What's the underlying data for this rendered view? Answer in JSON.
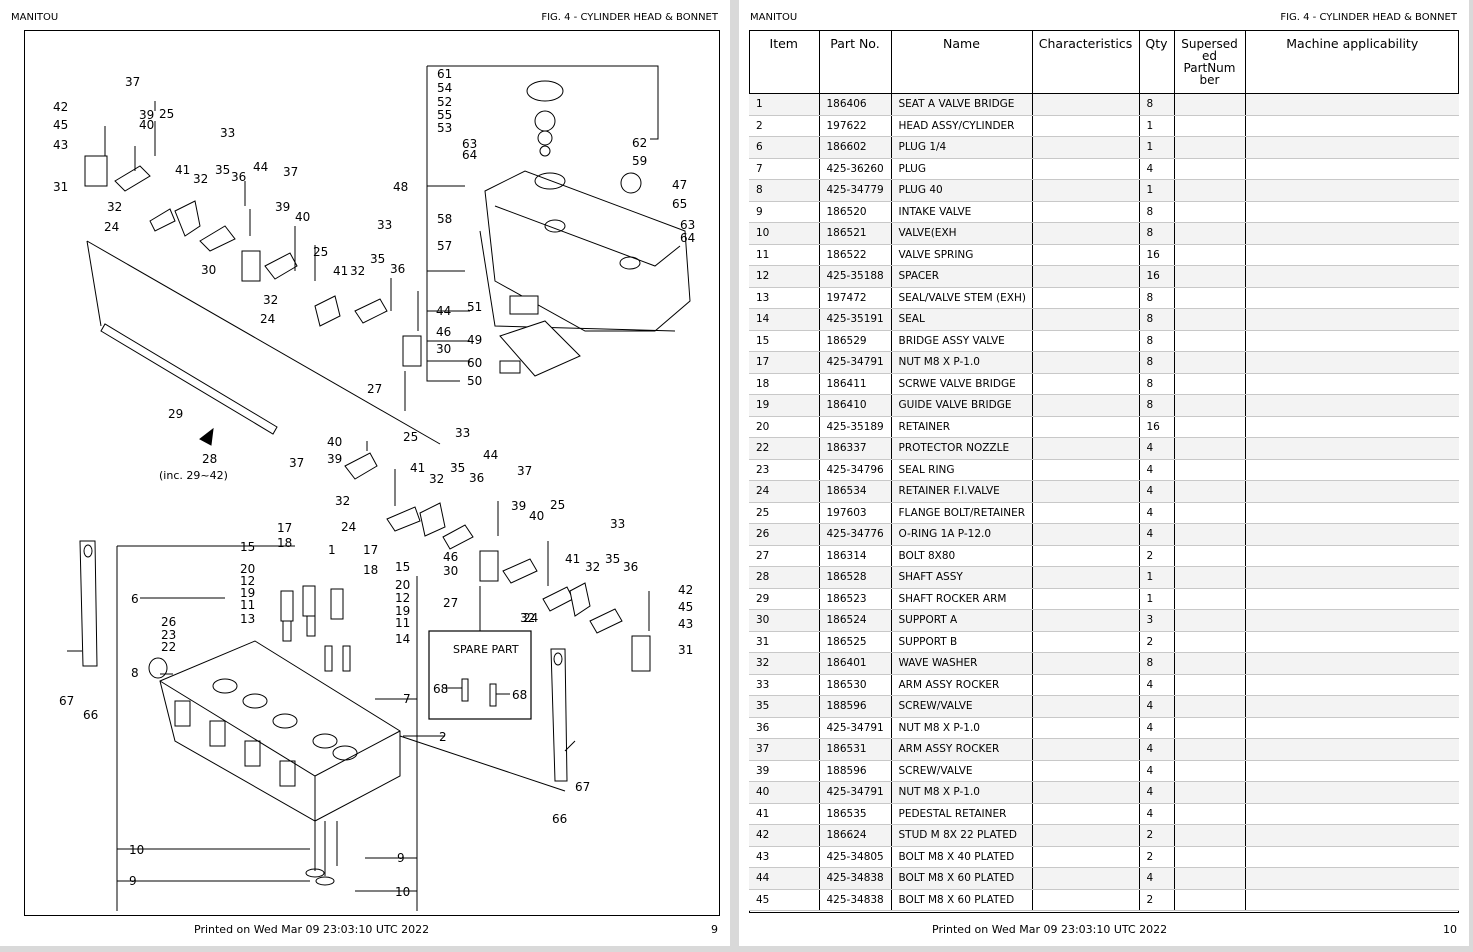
{
  "left_page": {
    "brand": "MANITOU",
    "figure_title": "FIG. 4 - CYLINDER HEAD & BONNET",
    "printed_on": "Printed on  Wed Mar 09 23:03:10 UTC 2022",
    "page_number": "9",
    "diagram": {
      "spare_part_label": "SPARE PART",
      "assembly_label": "28",
      "assembly_note": "(inc. 29~42)"
    }
  },
  "right_page": {
    "brand": "MANITOU",
    "figure_title": "FIG. 4 - CYLINDER HEAD & BONNET",
    "printed_on": "Printed on  Wed Mar 09 23:03:10 UTC 2022",
    "page_number": "10",
    "columns": [
      "Item",
      "Part No.",
      "Name",
      "Characteristics",
      "Qty",
      "Supersed ed PartNum ber",
      "Machine applicability"
    ],
    "rows": [
      {
        "item": "1",
        "part_no": "186406",
        "name": "SEAT A VALVE BRIDGE",
        "characteristics": "",
        "qty": "8",
        "superseded": "",
        "applicability": ""
      },
      {
        "item": "2",
        "part_no": "197622",
        "name": "HEAD ASSY/CYLINDER",
        "characteristics": "",
        "qty": "1",
        "superseded": "",
        "applicability": ""
      },
      {
        "item": "6",
        "part_no": "186602",
        "name": "PLUG 1/4",
        "characteristics": "",
        "qty": "1",
        "superseded": "",
        "applicability": ""
      },
      {
        "item": "7",
        "part_no": "425-36260",
        "name": "PLUG",
        "characteristics": "",
        "qty": "4",
        "superseded": "",
        "applicability": ""
      },
      {
        "item": "8",
        "part_no": "425-34779",
        "name": "PLUG 40",
        "characteristics": "",
        "qty": "1",
        "superseded": "",
        "applicability": ""
      },
      {
        "item": "9",
        "part_no": "186520",
        "name": "INTAKE VALVE",
        "characteristics": "",
        "qty": "8",
        "superseded": "",
        "applicability": ""
      },
      {
        "item": "10",
        "part_no": "186521",
        "name": "VALVE(EXH",
        "characteristics": "",
        "qty": "8",
        "superseded": "",
        "applicability": ""
      },
      {
        "item": "11",
        "part_no": "186522",
        "name": "VALVE SPRING",
        "characteristics": "",
        "qty": "16",
        "superseded": "",
        "applicability": ""
      },
      {
        "item": "12",
        "part_no": "425-35188",
        "name": "SPACER",
        "characteristics": "",
        "qty": "16",
        "superseded": "",
        "applicability": ""
      },
      {
        "item": "13",
        "part_no": "197472",
        "name": "SEAL/VALVE STEM (EXH)",
        "characteristics": "",
        "qty": "8",
        "superseded": "",
        "applicability": ""
      },
      {
        "item": "14",
        "part_no": "425-35191",
        "name": "SEAL",
        "characteristics": "",
        "qty": "8",
        "superseded": "",
        "applicability": ""
      },
      {
        "item": "15",
        "part_no": "186529",
        "name": "BRIDGE ASSY VALVE",
        "characteristics": "",
        "qty": "8",
        "superseded": "",
        "applicability": ""
      },
      {
        "item": "17",
        "part_no": "425-34791",
        "name": "NUT M8 X P-1.0",
        "characteristics": "",
        "qty": "8",
        "superseded": "",
        "applicability": ""
      },
      {
        "item": "18",
        "part_no": "186411",
        "name": "SCRWE VALVE BRIDGE",
        "characteristics": "",
        "qty": "8",
        "superseded": "",
        "applicability": ""
      },
      {
        "item": "19",
        "part_no": "186410",
        "name": "GUIDE VALVE BRIDGE",
        "characteristics": "",
        "qty": "8",
        "superseded": "",
        "applicability": ""
      },
      {
        "item": "20",
        "part_no": "425-35189",
        "name": "RETAINER",
        "characteristics": "",
        "qty": "16",
        "superseded": "",
        "applicability": ""
      },
      {
        "item": "22",
        "part_no": "186337",
        "name": "PROTECTOR  NOZZLE",
        "characteristics": "",
        "qty": "4",
        "superseded": "",
        "applicability": ""
      },
      {
        "item": "23",
        "part_no": "425-34796",
        "name": "SEAL RING",
        "characteristics": "",
        "qty": "4",
        "superseded": "",
        "applicability": ""
      },
      {
        "item": "24",
        "part_no": "186534",
        "name": "RETAINER F.I.VALVE",
        "characteristics": "",
        "qty": "4",
        "superseded": "",
        "applicability": ""
      },
      {
        "item": "25",
        "part_no": "197603",
        "name": "FLANGE BOLT/RETAINER",
        "characteristics": "",
        "qty": "4",
        "superseded": "",
        "applicability": ""
      },
      {
        "item": "26",
        "part_no": "425-34776",
        "name": "O-RING 1A P-12.0",
        "characteristics": "",
        "qty": "4",
        "superseded": "",
        "applicability": ""
      },
      {
        "item": "27",
        "part_no": "186314",
        "name": "BOLT  8X80",
        "characteristics": "",
        "qty": "2",
        "superseded": "",
        "applicability": ""
      },
      {
        "item": "28",
        "part_no": "186528",
        "name": "SHAFT ASSY",
        "characteristics": "",
        "qty": "1",
        "superseded": "",
        "applicability": ""
      },
      {
        "item": "29",
        "part_no": "186523",
        "name": "SHAFT ROCKER ARM",
        "characteristics": "",
        "qty": "1",
        "superseded": "",
        "applicability": ""
      },
      {
        "item": "30",
        "part_no": "186524",
        "name": "SUPPORT A",
        "characteristics": "",
        "qty": "3",
        "superseded": "",
        "applicability": ""
      },
      {
        "item": "31",
        "part_no": "186525",
        "name": "SUPPORT B",
        "characteristics": "",
        "qty": "2",
        "superseded": "",
        "applicability": ""
      },
      {
        "item": "32",
        "part_no": "186401",
        "name": "WAVE WASHER",
        "characteristics": "",
        "qty": "8",
        "superseded": "",
        "applicability": ""
      },
      {
        "item": "33",
        "part_no": "186530",
        "name": "ARM ASSY  ROCKER",
        "characteristics": "",
        "qty": "4",
        "superseded": "",
        "applicability": ""
      },
      {
        "item": "35",
        "part_no": "188596",
        "name": "SCREW/VALVE",
        "characteristics": "",
        "qty": "4",
        "superseded": "",
        "applicability": ""
      },
      {
        "item": "36",
        "part_no": "425-34791",
        "name": "NUT M8 X P-1.0",
        "characteristics": "",
        "qty": "4",
        "superseded": "",
        "applicability": ""
      },
      {
        "item": "37",
        "part_no": "186531",
        "name": "ARM ASSY  ROCKER",
        "characteristics": "",
        "qty": "4",
        "superseded": "",
        "applicability": ""
      },
      {
        "item": "39",
        "part_no": "188596",
        "name": "SCREW/VALVE",
        "characteristics": "",
        "qty": "4",
        "superseded": "",
        "applicability": ""
      },
      {
        "item": "40",
        "part_no": "425-34791",
        "name": "NUT M8 X P-1.0",
        "characteristics": "",
        "qty": "4",
        "superseded": "",
        "applicability": ""
      },
      {
        "item": "41",
        "part_no": "186535",
        "name": "PEDESTAL RETAINER",
        "characteristics": "",
        "qty": "4",
        "superseded": "",
        "applicability": ""
      },
      {
        "item": "42",
        "part_no": "186624",
        "name": "STUD M 8X 22 PLATED",
        "characteristics": "",
        "qty": "2",
        "superseded": "",
        "applicability": ""
      },
      {
        "item": "43",
        "part_no": "425-34805",
        "name": "BOLT M8 X 40 PLATED",
        "characteristics": "",
        "qty": "2",
        "superseded": "",
        "applicability": ""
      },
      {
        "item": "44",
        "part_no": "425-34838",
        "name": "BOLT M8 X 60 PLATED",
        "characteristics": "",
        "qty": "4",
        "superseded": "",
        "applicability": ""
      },
      {
        "item": "45",
        "part_no": "425-34838",
        "name": "BOLT M8 X 60 PLATED",
        "characteristics": "",
        "qty": "2",
        "superseded": "",
        "applicability": ""
      }
    ]
  }
}
